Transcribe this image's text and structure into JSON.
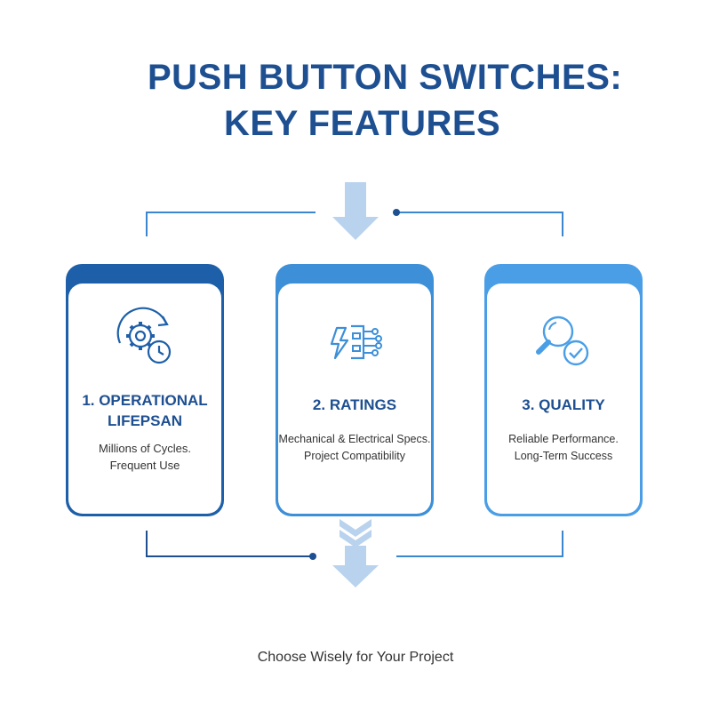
{
  "title": {
    "line1": "PUSH BUTTON SWITCHES:",
    "line2": "KEY FEATURES"
  },
  "cards": [
    {
      "title_line1": "1. OPERATIONAL",
      "title_line2": "LIFEPSAN",
      "desc_line1": "Millions of Cycles.",
      "desc_line2": "Frequent Use",
      "icon": "gear-clock-icon"
    },
    {
      "title_line1": "2. RATINGS",
      "title_line2": "",
      "desc_line1": "Mechanical & Electrical Specs.",
      "desc_line2": "Project Compatibility",
      "icon": "lightning-circuit-icon"
    },
    {
      "title_line1": "3. QUALITY",
      "title_line2": "",
      "desc_line1": "Reliable Performance.",
      "desc_line2": "Long-Term Success",
      "icon": "magnifier-check-icon"
    }
  ],
  "footer": "Choose Wisely for Your Project",
  "colors": {
    "primary": "#1d4f91",
    "card1": "#1d5fa8",
    "card2": "#3d8fd8",
    "card3": "#4a9ee6",
    "arrow": "#b9d3ee",
    "line": "#3a86cf"
  }
}
